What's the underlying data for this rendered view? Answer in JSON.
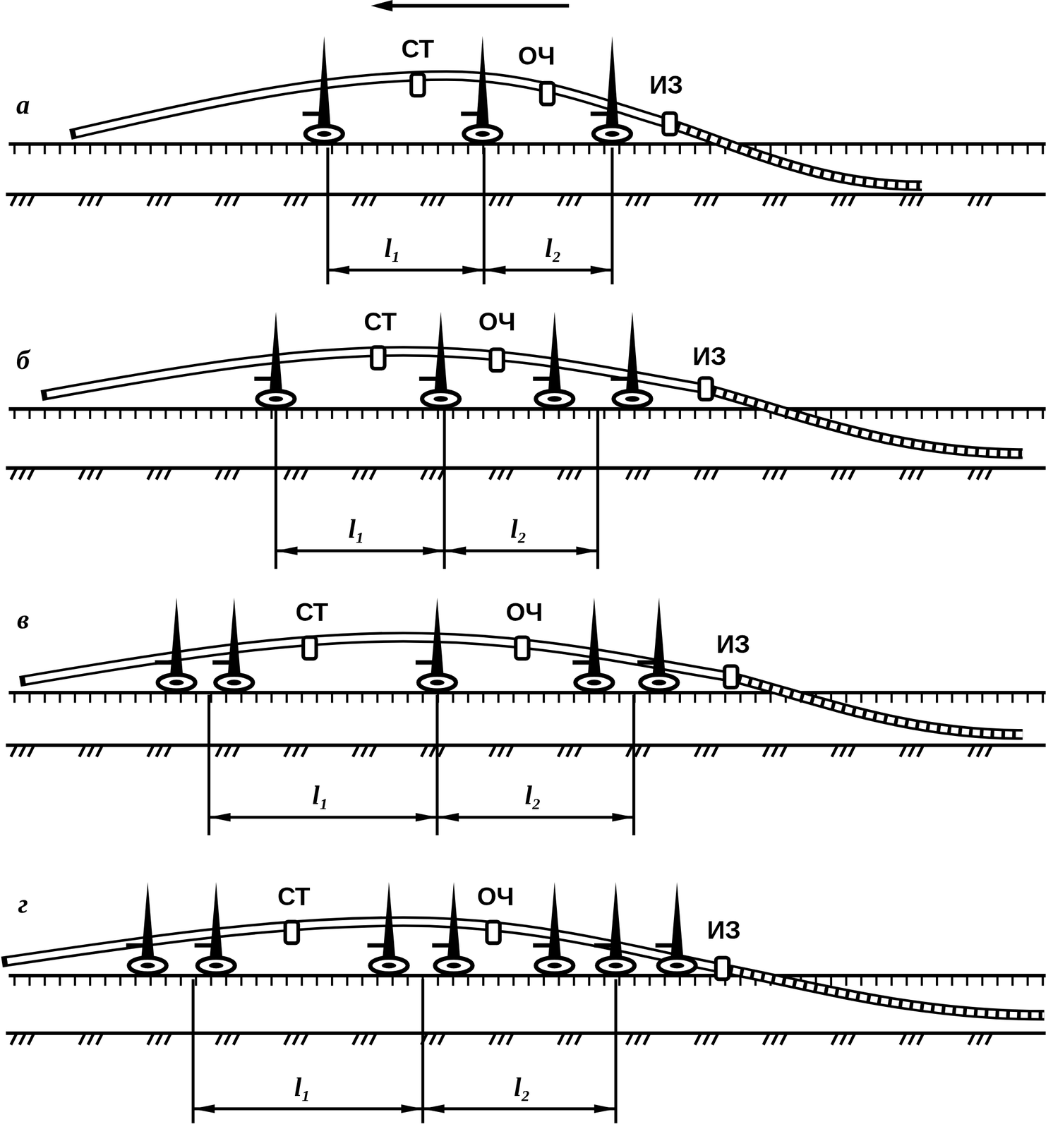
{
  "diagram": {
    "labels": [
      "а",
      "СТ",
      "ОЧ",
      "ИЗ",
      "l₁",
      "l₂",
      "б",
      "СТ",
      "ОЧ",
      "ИЗ",
      "l₁",
      "l₂",
      "в",
      "СТ",
      "ОЧ",
      "ИЗ",
      "l₁",
      "l₂",
      "г",
      "СТ",
      "ОЧ",
      "ИЗ",
      "l₁",
      "l₂"
    ]
  }
}
